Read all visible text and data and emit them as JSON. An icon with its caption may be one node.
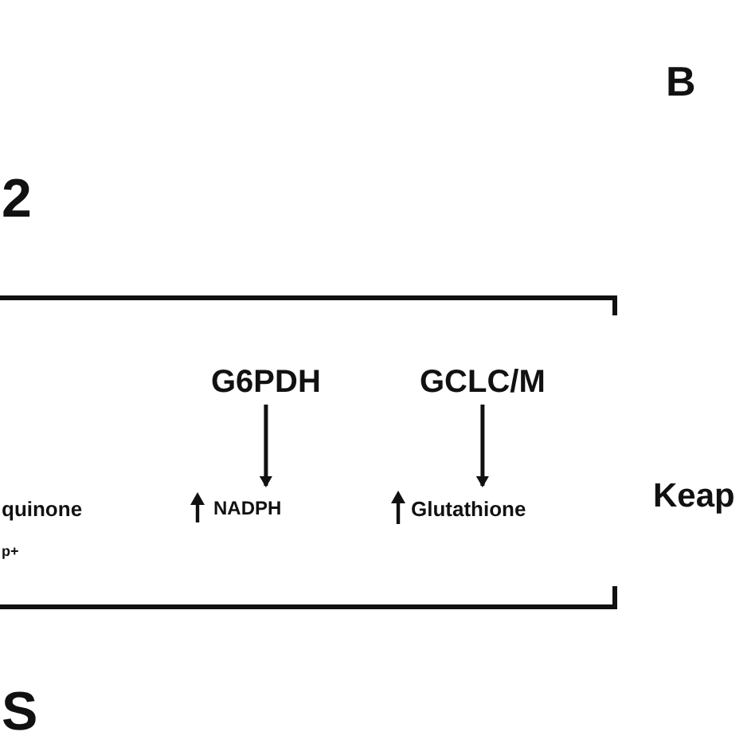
{
  "diagram": {
    "nodes": [
      {
        "text": [
          "G6PDH"
        ]
      },
      {
        "text": [
          "NADPH"
        ]
      },
      {
        "text": [
          "GCLC/M"
        ]
      },
      {
        "text": [
          "Glutathione"
        ]
      }
    ],
    "edges": [
      {
        "from": 0,
        "to": 1,
        "arrow": "to"
      },
      {
        "from": 2,
        "to": 3,
        "arrow": "to"
      }
    ],
    "labels": [
      "B",
      "2",
      "quinone",
      "p+",
      "Keap",
      "S"
    ]
  }
}
